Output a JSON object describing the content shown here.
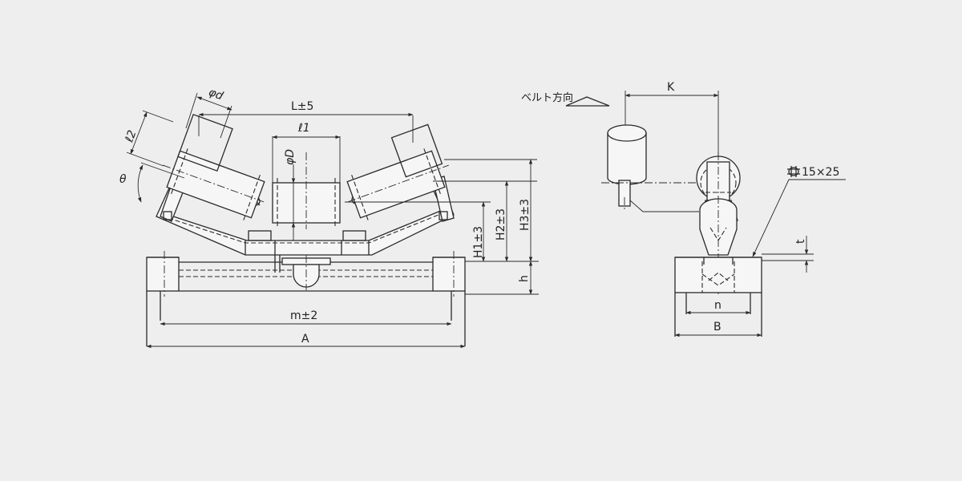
{
  "labels": {
    "phi_d": "φd",
    "L": "L±5",
    "l2": "ℓ2",
    "l1": "ℓ1",
    "phi_D": "φD",
    "theta": "θ",
    "H1": "H1±3",
    "H2": "H2±3",
    "H3": "H3±3",
    "h": "h",
    "m": "m±2",
    "A": "A",
    "belt_direction": "ベルト方向",
    "K": "K",
    "hole": "15×25",
    "t": "t",
    "n": "n",
    "B": "B"
  },
  "icons": {
    "belt_arrow": "triangle-arrow-icon",
    "hole_symbol": "bolt-hole-icon"
  },
  "colors": {
    "background": "#eeeeee",
    "line": "#2a2a2a"
  }
}
